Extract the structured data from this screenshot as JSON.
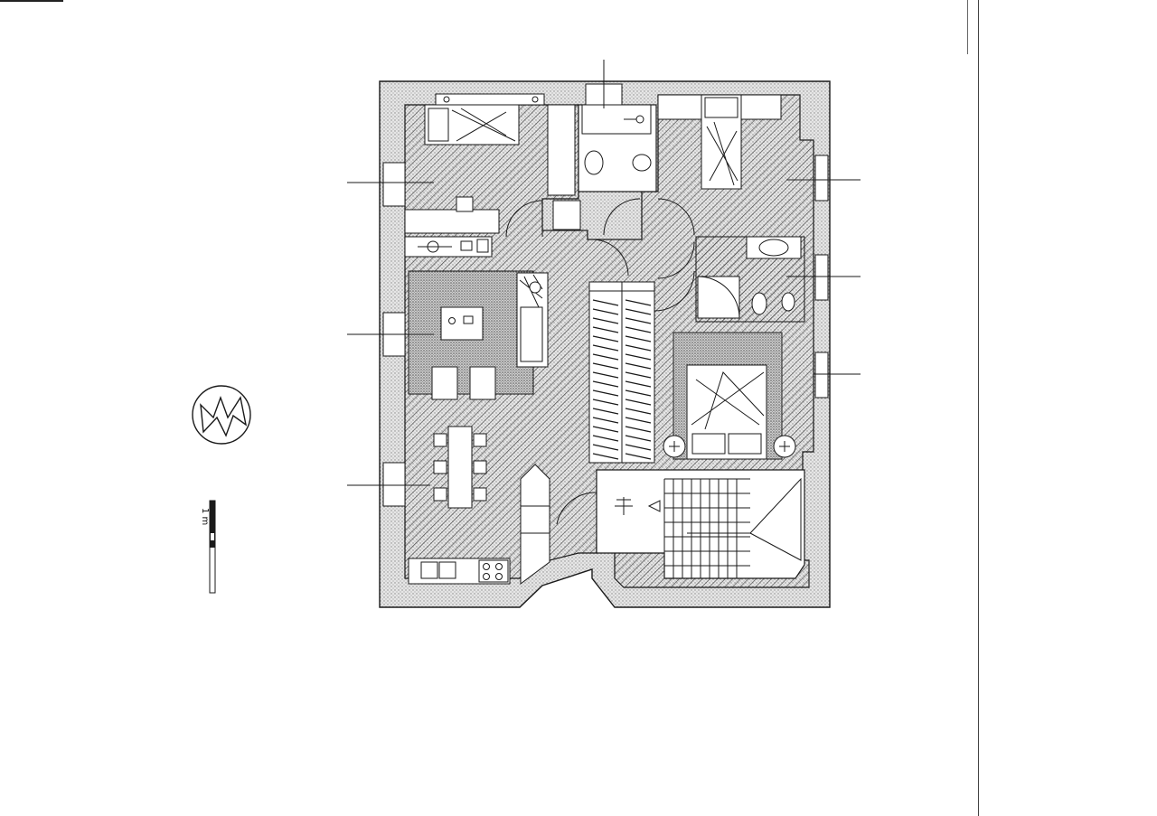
{
  "drawing": {
    "type": "architectural floor plan",
    "north_arrow_icon": "north-arrow-icon",
    "scale_bar": {
      "label": "1 m"
    }
  },
  "colors": {
    "wall_fill": "#d9d9d9",
    "line": "#1a1a1a",
    "hatch": "#555555",
    "paper": "#ffffff"
  },
  "rooms": [
    {
      "id": "bedroom-northwest",
      "kind": "bedroom"
    },
    {
      "id": "bathroom-north",
      "kind": "bathroom"
    },
    {
      "id": "bedroom-northeast",
      "kind": "bedroom"
    },
    {
      "id": "bathroom-east",
      "kind": "bathroom"
    },
    {
      "id": "living-room",
      "kind": "living"
    },
    {
      "id": "dining-area",
      "kind": "dining"
    },
    {
      "id": "kitchen",
      "kind": "kitchen"
    },
    {
      "id": "hallway",
      "kind": "corridor"
    },
    {
      "id": "walk-in-closet",
      "kind": "storage"
    },
    {
      "id": "master-bedroom",
      "kind": "bedroom"
    },
    {
      "id": "staircase",
      "kind": "stairs"
    }
  ]
}
